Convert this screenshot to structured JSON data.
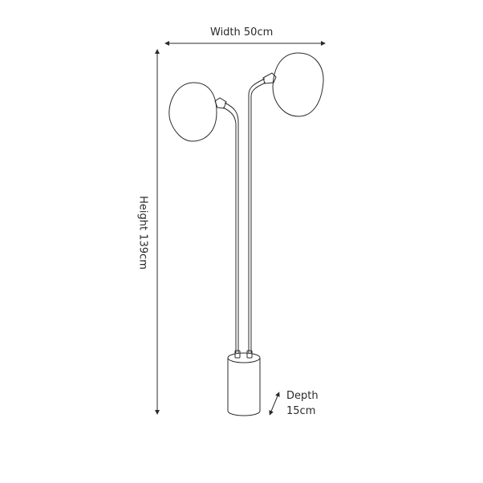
{
  "dimensions": {
    "width_label": "Width 50cm",
    "height_label": "Height 139cm",
    "depth_label": "Depth",
    "depth_value": "15cm"
  },
  "colors": {
    "line": "#2a2a2a",
    "background": "#ffffff"
  }
}
